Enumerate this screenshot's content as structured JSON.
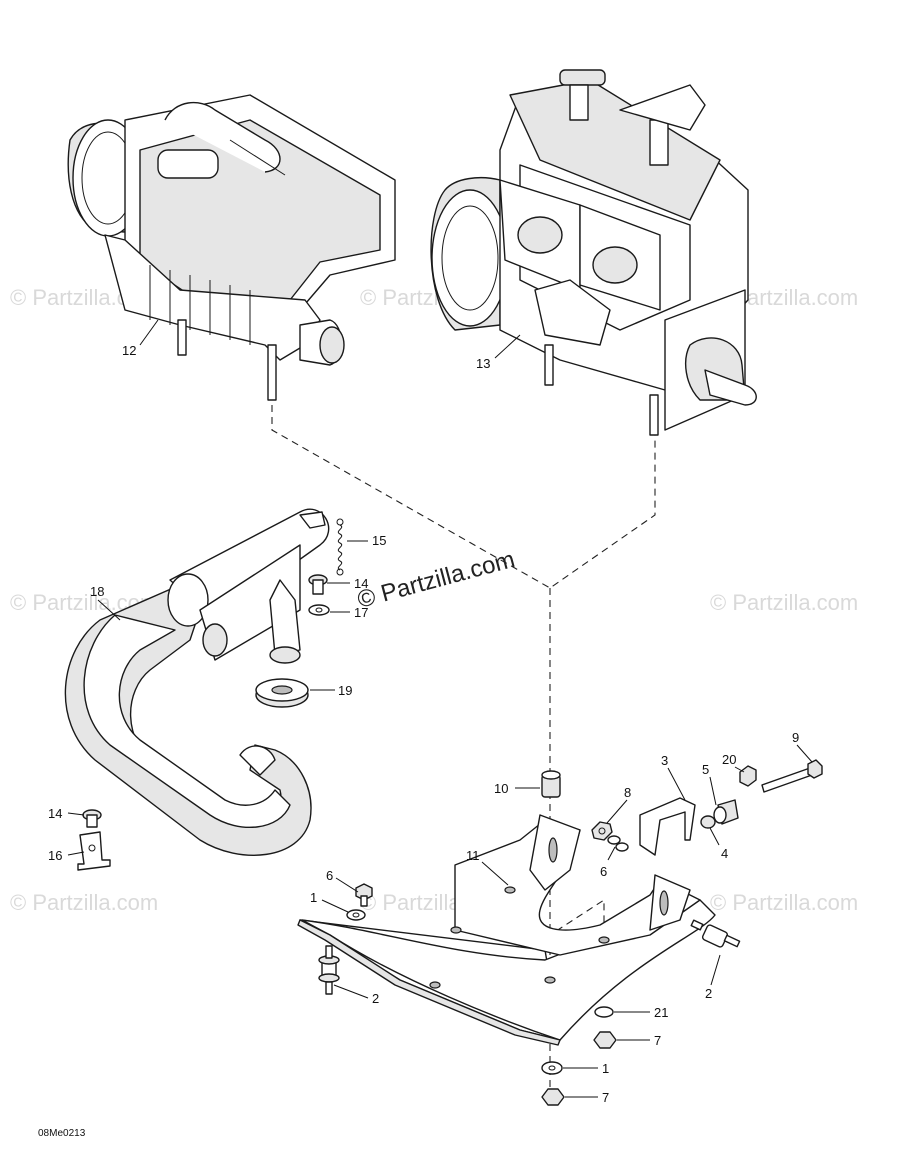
{
  "watermarks": {
    "main": "© Partzilla.com",
    "faint": "© Partzilla.com"
  },
  "diagram_code": "08Me0213",
  "callouts": {
    "c12": "12",
    "c13": "13",
    "c15": "15",
    "c14a": "14",
    "c17": "17",
    "c18": "18",
    "c19": "19",
    "c14b": "14",
    "c16": "16",
    "c10": "10",
    "c8": "8",
    "c3": "3",
    "c5": "5",
    "c20": "20",
    "c9": "9",
    "c4": "4",
    "c6a": "6",
    "c11": "11",
    "c6b": "6",
    "c1a": "1",
    "c2a": "2",
    "c2b": "2",
    "c21": "21",
    "c7a": "7",
    "c1b": "1",
    "c7b": "7"
  },
  "icons": {
    "engine_left": "engine-icon",
    "engine_right": "engine-icon",
    "muffler": "muffler-icon",
    "engine_support": "bracket-icon"
  }
}
